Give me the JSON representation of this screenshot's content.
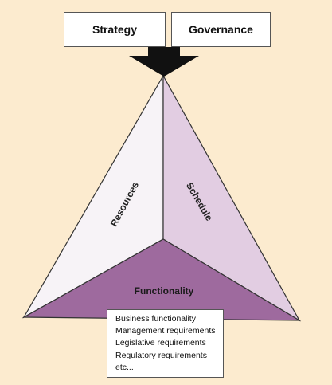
{
  "boxes": {
    "strategy": "Strategy",
    "governance": "Governance"
  },
  "triangle": {
    "resources": "Resources",
    "schedule": "Schedule",
    "functionality": "Functionality"
  },
  "requirements": [
    "Business functionality",
    "Management requirements",
    "Legislative requirements",
    "Regulatory requirements",
    "etc..."
  ],
  "colors": {
    "background": "#fcebcf",
    "resources_face": "#f7f3f7",
    "schedule_face": "#e2cde2",
    "functionality_face": "#9e6a9e",
    "arrow": "#111111"
  }
}
